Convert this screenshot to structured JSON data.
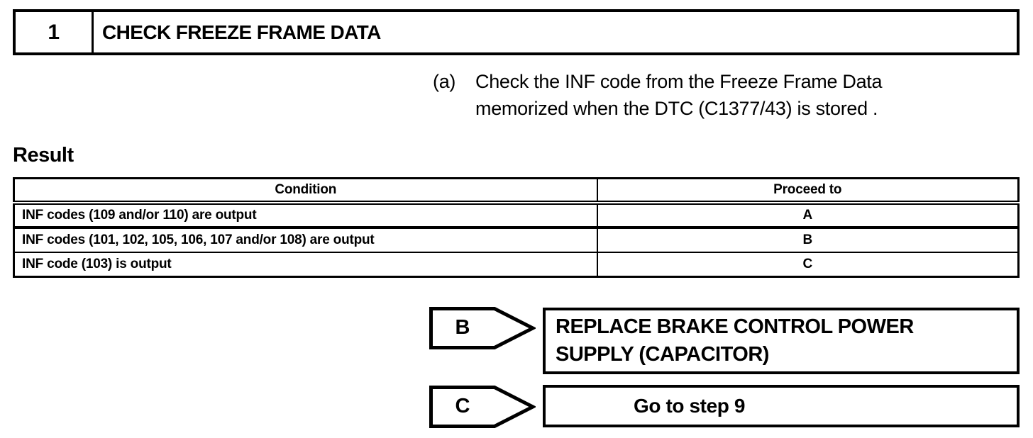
{
  "page": {
    "background": "#ffffff",
    "ink": "#000000"
  },
  "step": {
    "number": "1",
    "title": "CHECK FREEZE FRAME DATA"
  },
  "instruction": {
    "marker": "(a)",
    "text": "Check the INF code from the Freeze Frame Data memorized when the DTC (C1377/43) is stored ."
  },
  "result": {
    "heading": "Result",
    "table": {
      "columns": [
        "Condition",
        "Proceed to"
      ],
      "rows": [
        {
          "condition": "INF codes (109 and/or 110) are output",
          "proceed_to": "A"
        },
        {
          "condition": "INF codes (101, 102, 105, 106, 107 and/or 108) are output",
          "proceed_to": "B"
        },
        {
          "condition": "INF code (103) is output",
          "proceed_to": "C"
        }
      ]
    }
  },
  "directives": [
    {
      "label": "B",
      "action": "REPLACE BRAKE CONTROL POWER SUPPLY (CAPACITOR)"
    },
    {
      "label": "C",
      "action": "Go to step 9"
    }
  ]
}
